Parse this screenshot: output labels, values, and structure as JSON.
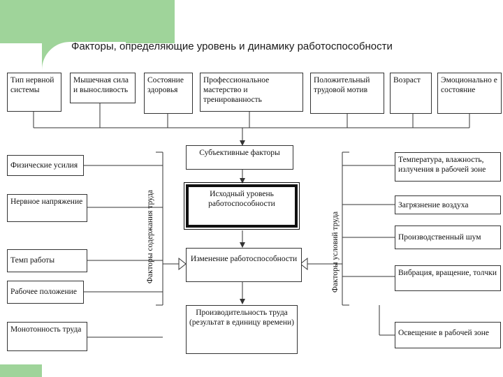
{
  "title": "Факторы, определяющие уровень и динамику работоспособности",
  "top_factors": [
    "Тип нервной системы",
    "Мышечная сила и выносливость",
    "Состояние здоровья",
    "Профессиональное мастерство и тренированность",
    "Положительный трудовой мотив",
    "Возраст",
    "Эмоционально е состояние"
  ],
  "center": {
    "subjective": "Субъективные факторы",
    "initial": "Исходный уровень работоспособности",
    "change": "Изменение работоспособности",
    "productivity": "Производительность труда (результат в единицу времени)"
  },
  "left_label": "Факторы содержания труда",
  "left_factors": [
    "Физические усилия",
    "Нервное напряжение",
    "Темп работы",
    "Рабочее положение",
    "Монотонность труда"
  ],
  "right_label": "Факторы условий труда",
  "right_factors": [
    "Температура, влажность, излучения в рабочей зоне",
    "Загрязнение воздуха",
    "Производственный шум",
    "Вибрация, вращение, толчки",
    "Освещение в рабочей зоне"
  ],
  "colors": {
    "accent": "#9fd49a",
    "line": "#333333"
  }
}
